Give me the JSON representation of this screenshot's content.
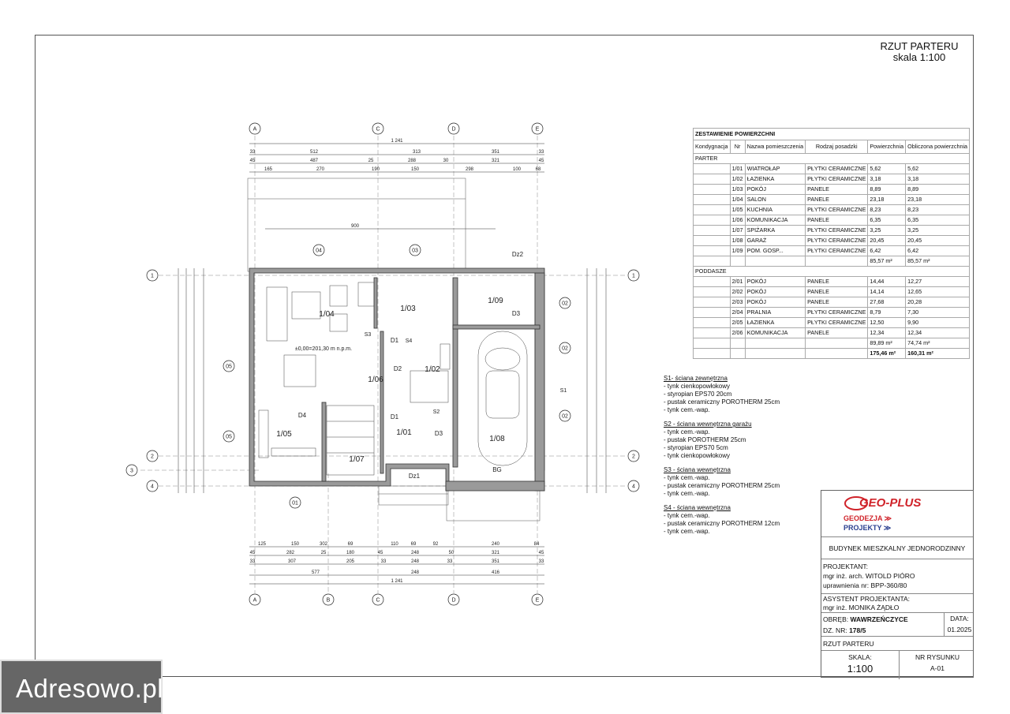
{
  "sheet": {
    "title": "RZUT PARTERU",
    "scale": "skala 1:100"
  },
  "axes_top": [
    "A",
    "C",
    "D",
    "E"
  ],
  "axes_bottom": [
    "A",
    "B",
    "C",
    "D",
    "E"
  ],
  "axes_side": [
    "1",
    "2",
    "3",
    "4"
  ],
  "dims": {
    "overall_top": "1 241",
    "top_row1": [
      "33",
      "512",
      "313",
      "351",
      "33"
    ],
    "top_row2": [
      "45",
      "487",
      "25",
      "288",
      "30",
      "321",
      "45"
    ],
    "top_row3": [
      "165",
      "270",
      "190",
      "150",
      "298",
      "100",
      "68"
    ],
    "bottom_row1": [
      "125",
      "150",
      "302",
      "69",
      "110",
      "69",
      "92",
      "240",
      "84"
    ],
    "bottom_row2": [
      "45",
      "282",
      "25",
      "180",
      "45",
      "248",
      "50",
      "321",
      "45"
    ],
    "bottom_row3": [
      "33",
      "307",
      "205",
      "33",
      "248",
      "33",
      "351",
      "33"
    ],
    "bottom_row4": [
      "577",
      "248",
      "416"
    ],
    "overall_bottom": "1 241",
    "terrace": "900",
    "elev_ground": "±0,00=201,30 m n.p.m."
  },
  "rooms": [
    {
      "id": "1/01"
    },
    {
      "id": "1/02"
    },
    {
      "id": "1/03"
    },
    {
      "id": "1/04"
    },
    {
      "id": "1/05"
    },
    {
      "id": "1/06"
    },
    {
      "id": "1/07"
    },
    {
      "id": "1/08"
    },
    {
      "id": "1/09"
    }
  ],
  "windows": [
    "01",
    "02",
    "02",
    "02",
    "03",
    "04",
    "05",
    "05"
  ],
  "doors": [
    "D1",
    "D1",
    "D2",
    "D3",
    "D3",
    "D4",
    "Dz1",
    "Dz2",
    "BG"
  ],
  "walls": [
    "S1",
    "S2",
    "S3",
    "S4"
  ],
  "areas": {
    "caption": "ZESTAWIENIE POWIERZCHNI",
    "headers": [
      "Kondygnacja",
      "Nr",
      "Nazwa pomieszczenia",
      "Rodzaj posadzki",
      "Powierzchnia",
      "Obliczona powierzchnia"
    ],
    "groups": [
      {
        "name": "PARTER",
        "rows": [
          [
            "1/01",
            "WIATROŁAP",
            "PŁYTKI CERAMICZNE",
            "5,62",
            "5,62"
          ],
          [
            "1/02",
            "ŁAZIENKA",
            "PŁYTKI CERAMICZNE",
            "3,18",
            "3,18"
          ],
          [
            "1/03",
            "POKÓJ",
            "PANELE",
            "8,89",
            "8,89"
          ],
          [
            "1/04",
            "SALON",
            "PANELE",
            "23,18",
            "23,18"
          ],
          [
            "1/05",
            "KUCHNIA",
            "PŁYTKI CERAMICZNE",
            "8,23",
            "8,23"
          ],
          [
            "1/06",
            "KOMUNIKACJA",
            "PANELE",
            "6,35",
            "6,35"
          ],
          [
            "1/07",
            "SPIŻARKA",
            "PŁYTKI CERAMICZNE",
            "3,25",
            "3,25"
          ],
          [
            "1/08",
            "GARAŻ",
            "PŁYTKI CERAMICZNE",
            "20,45",
            "20,45"
          ],
          [
            "1/09",
            "POM. GOSP...",
            "PŁYTKI CERAMICZNE",
            "6,42",
            "6,42"
          ]
        ],
        "sum": [
          "85,57 m²",
          "85,57 m²"
        ]
      },
      {
        "name": "PODDASZE",
        "rows": [
          [
            "2/01",
            "POKÓJ",
            "PANELE",
            "14,44",
            "12,27"
          ],
          [
            "2/02",
            "POKÓJ",
            "PANELE",
            "14,14",
            "12,65"
          ],
          [
            "2/03",
            "POKÓJ",
            "PANELE",
            "27,68",
            "20,28"
          ],
          [
            "2/04",
            "PRALNIA",
            "PŁYTKI CERAMICZNE",
            "8,79",
            "7,30"
          ],
          [
            "2/05",
            "ŁAZIENKA",
            "PŁYTKI CERAMICZNE",
            "12,50",
            "9,90"
          ],
          [
            "2/06",
            "KOMUNIKACJA",
            "PANELE",
            "12,34",
            "12,34"
          ]
        ],
        "sum": [
          "89,89 m²",
          "74,74 m²"
        ]
      }
    ],
    "total": [
      "175,46 m²",
      "160,31 m²"
    ]
  },
  "legend": [
    {
      "title": "S1- ściana zewnętrzna",
      "items": [
        "- tynk cienkopowłokowy",
        "- styropian EPS70 20cm",
        "- pustak ceramiczny POROTHERM 25cm",
        "- tynk cem.-wap."
      ]
    },
    {
      "title": "S2 - ściana wewnętrzna garażu",
      "items": [
        "- tynk cem.-wap.",
        "- pustak POROTHERM 25cm",
        "- styropian EPS70 5cm",
        "- tynk cienkopowłokowy"
      ]
    },
    {
      "title": "S3 - ściana wewnętrzna",
      "items": [
        "- tynk cem.-wap.",
        "- pustak ceramiczny POROTHERM 25cm",
        "- tynk cem.-wap."
      ]
    },
    {
      "title": "S4 - ściana wewnętrzna",
      "items": [
        "- tynk cem.-wap.",
        "- pustak ceramiczny POROTHERM 12cm",
        "- tynk cem.-wap."
      ]
    }
  ],
  "titleblock": {
    "company": "GEO-PLUS",
    "sub1": "GEODEZJA ≫",
    "sub2": "PROJEKTY ≫",
    "building": "BUDYNEK MIESZKALNY JEDNORODZINNY",
    "designer_label": "PROJEKTANT:",
    "designer": "mgr inż. arch. WITOLD PIÓRO",
    "designer_license": "uprawnienia nr: BPP-360/80",
    "assistant_label": "ASYSTENT PROJEKTANTA:",
    "assistant": "mgr inż. MONIKA ŻĄDŁO",
    "obreb_label": "OBRĘB:",
    "obreb": "WAWRZEŃCZYCE",
    "dz_label": "DZ. NR:",
    "dz": "178/5",
    "date_label": "DATA:",
    "date": "01.2025",
    "drawing": "RZUT PARTERU",
    "scale_label": "SKALA:",
    "scale": "1:100",
    "nr_label": "NR RYSUNKU",
    "nr": "A-01"
  },
  "watermark": "Adresowo.pl",
  "colors": {
    "wall": "#555555",
    "logo_red": "#d0232a",
    "logo_blue": "#2a3f8f"
  }
}
